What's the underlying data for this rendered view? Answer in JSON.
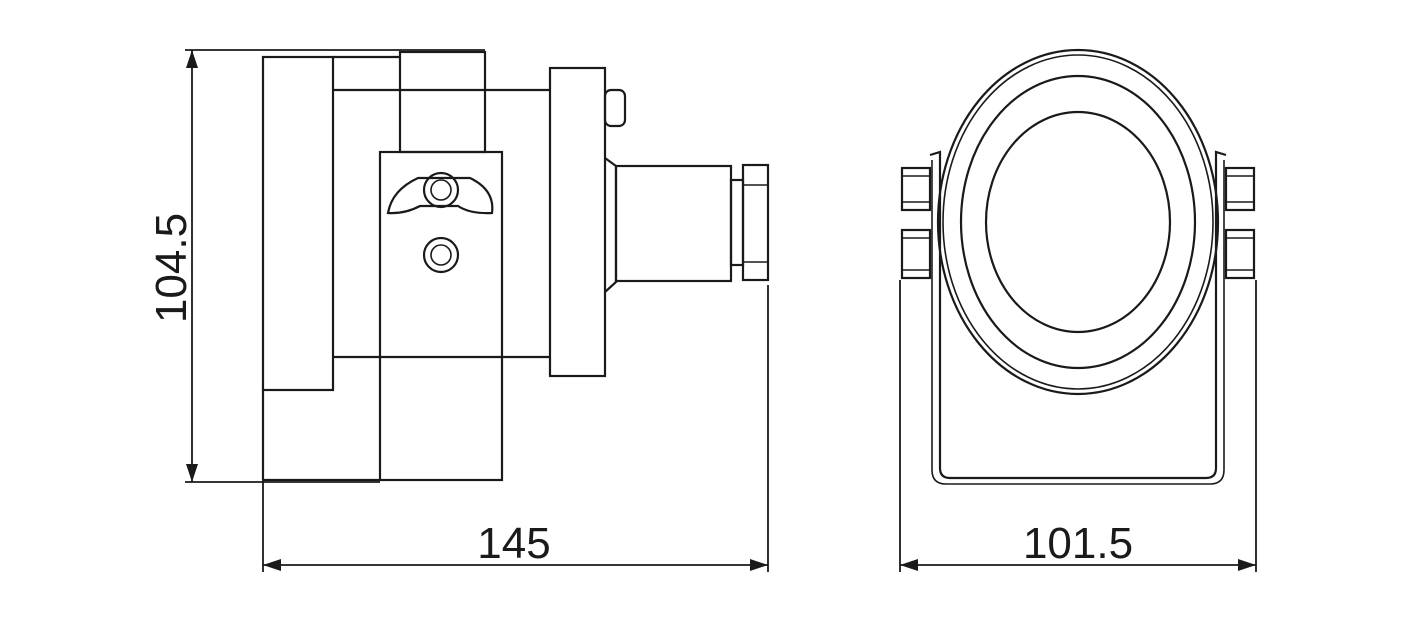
{
  "diagram": {
    "dimensions": {
      "height": "104.5",
      "side_width": "145",
      "front_width": "101.5"
    }
  }
}
